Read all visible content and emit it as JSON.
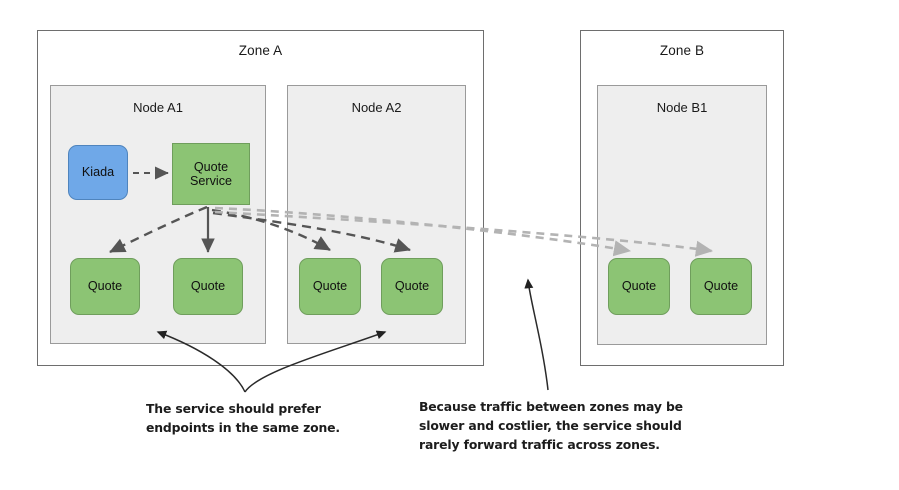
{
  "diagram": {
    "title": "Kubernetes topology-aware service routing across zones",
    "colors": {
      "pod_green_fill": "#8cc474",
      "pod_green_stroke": "#6f9e5c",
      "pod_blue_fill": "#6fa8e8",
      "pod_blue_stroke": "#4f84bd",
      "zone_border": "#6e6e6e",
      "node_fill": "#eeeeee",
      "node_border": "#9a9a9a",
      "arrow_same_zone": "#555555",
      "arrow_cross_zone": "#b3b3b3",
      "callout_text": "#1c1c1c",
      "background": "#ffffff"
    },
    "zones": [
      {
        "id": "zone-a",
        "label": "Zone A",
        "nodes": [
          {
            "id": "node-a1",
            "label": "Node A1",
            "workloads": [
              {
                "id": "kiada",
                "label": "Kiada",
                "shape": "rounded",
                "color": "blue"
              },
              {
                "id": "quote-service",
                "label": "Quote\nService",
                "shape": "square",
                "color": "green"
              }
            ],
            "pods": [
              {
                "id": "pod-a1-1",
                "label": "Quote"
              },
              {
                "id": "pod-a1-2",
                "label": "Quote"
              }
            ]
          },
          {
            "id": "node-a2",
            "label": "Node A2",
            "workloads": [],
            "pods": [
              {
                "id": "pod-a2-1",
                "label": "Quote"
              },
              {
                "id": "pod-a2-2",
                "label": "Quote"
              }
            ]
          }
        ]
      },
      {
        "id": "zone-b",
        "label": "Zone B",
        "nodes": [
          {
            "id": "node-b1",
            "label": "Node B1",
            "workloads": [],
            "pods": [
              {
                "id": "pod-b1-1",
                "label": "Quote"
              },
              {
                "id": "pod-b1-2",
                "label": "Quote"
              }
            ]
          }
        ]
      }
    ],
    "captions": [
      {
        "id": "caption-same-zone",
        "text": "The service should prefer\nendpoints in the same zone."
      },
      {
        "id": "caption-cross-zone",
        "text": "Because traffic between zones may be\nslower and costlier, the service should\nrarely forward traffic across zones."
      }
    ],
    "edges": [
      {
        "id": "edge-kiada-to-service",
        "from": "kiada",
        "to": "quote-service",
        "style": "dashed",
        "emphasis": "normal"
      },
      {
        "id": "edge-service-to-pod-a1-1",
        "from": "quote-service",
        "to": "pod-a1-1",
        "style": "dashed",
        "emphasis": "preferred"
      },
      {
        "id": "edge-service-to-pod-a1-2",
        "from": "quote-service",
        "to": "pod-a1-2",
        "style": "solid",
        "emphasis": "preferred"
      },
      {
        "id": "edge-service-to-pod-a2-1",
        "from": "quote-service",
        "to": "pod-a2-1",
        "style": "dashed",
        "emphasis": "preferred"
      },
      {
        "id": "edge-service-to-pod-a2-2",
        "from": "quote-service",
        "to": "pod-a2-2",
        "style": "dashed",
        "emphasis": "preferred"
      },
      {
        "id": "edge-service-to-pod-b1-1",
        "from": "quote-service",
        "to": "pod-b1-1",
        "style": "dashed",
        "emphasis": "rare"
      },
      {
        "id": "edge-service-to-pod-b1-2",
        "from": "quote-service",
        "to": "pod-b1-2",
        "style": "dashed",
        "emphasis": "rare"
      }
    ]
  }
}
